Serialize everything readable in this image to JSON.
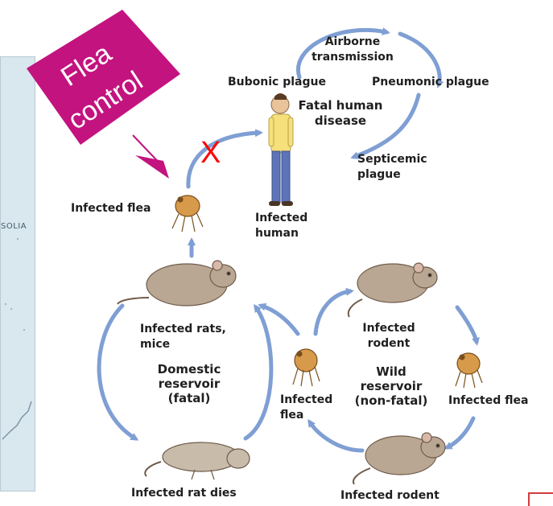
{
  "map": {
    "label": "SOLIA"
  },
  "callout": {
    "line1": "Flea",
    "line2": "control",
    "color": "#c3137f"
  },
  "block_mark": {
    "text": "X",
    "color": "#ff0000"
  },
  "arrow_color": "#7f9fd4",
  "labels": {
    "airborne": "Airborne",
    "transmission": "transmission",
    "bubonic": "Bubonic plague",
    "pneumonic": "Pneumonic plague",
    "fatal1": "Fatal human",
    "fatal2": "disease",
    "septicemic1": "Septicemic",
    "septicemic2": "plague",
    "infected_flea_top": "Infected flea",
    "infected_human1": "Infected",
    "infected_human2": "human",
    "rats1": "Infected rats,",
    "rats2": "mice",
    "domestic1": "Domestic",
    "domestic2": "reservoir",
    "domestic3": "(fatal)",
    "rat_dies": "Infected rat dies",
    "mid_flea1": "Infected",
    "mid_flea2": "flea",
    "rodent_top1": "Infected",
    "rodent_top2": "rodent",
    "wild1": "Wild",
    "wild2": "reservoir",
    "wild3": "(non-fatal)",
    "right_flea": "Infected flea",
    "rodent_bottom": "Infected rodent"
  }
}
